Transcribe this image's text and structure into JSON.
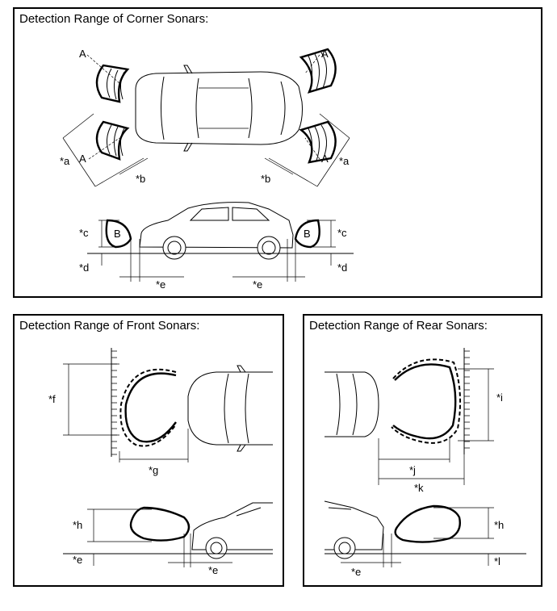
{
  "panels": {
    "corner": {
      "title": "Detection Range of Corner Sonars:",
      "labels": {
        "a_fl": "A",
        "a_fr": "A",
        "a_rl": "A",
        "a_rr": "A",
        "dim_a_left": "*a",
        "dim_a_right": "*a",
        "dim_b_left": "*b",
        "dim_b_right": "*b",
        "b_left": "B",
        "b_right": "B",
        "dim_c_left": "*c",
        "dim_c_right": "*c",
        "dim_d_left": "*d",
        "dim_d_right": "*d",
        "dim_e_left": "*e",
        "dim_e_right": "*e"
      }
    },
    "front": {
      "title": "Detection Range of Front Sonars:",
      "labels": {
        "dim_f": "*f",
        "dim_g": "*g",
        "dim_h": "*h",
        "dim_e_left": "*e",
        "dim_e_right": "*e"
      }
    },
    "rear": {
      "title": "Detection Range of Rear Sonars:",
      "labels": {
        "dim_i": "*i",
        "dim_j": "*j",
        "dim_k": "*k",
        "dim_h": "*h",
        "dim_e": "*e",
        "dim_l": "*l"
      }
    }
  }
}
